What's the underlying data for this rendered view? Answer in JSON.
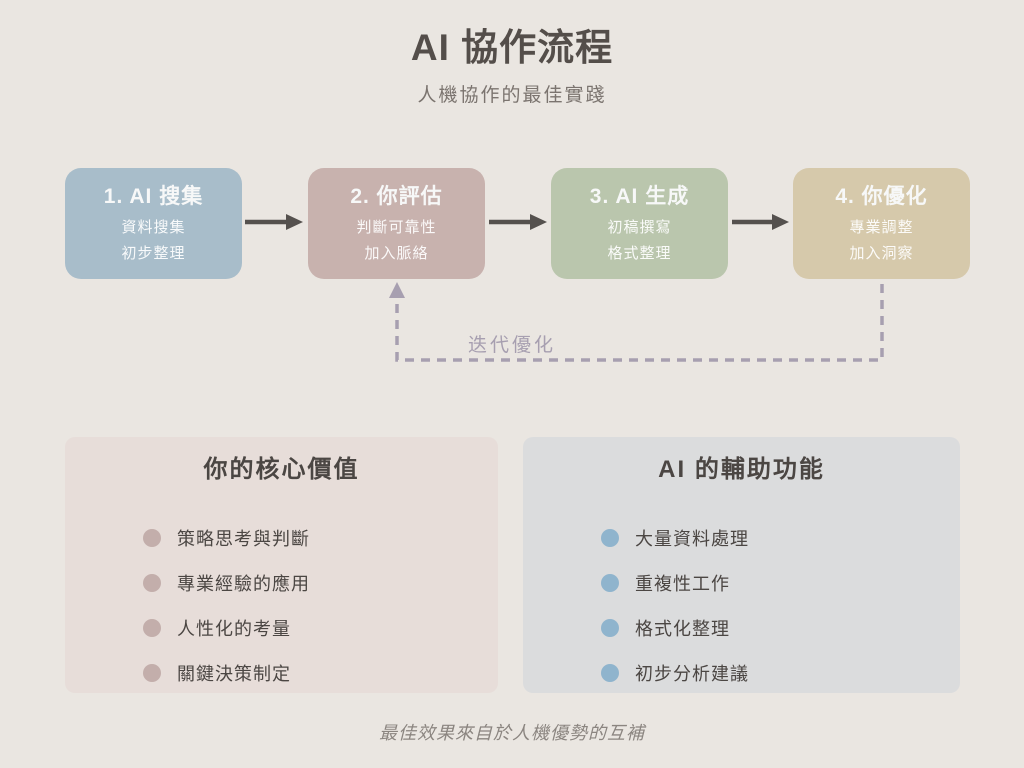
{
  "header": {
    "title": "AI 協作流程",
    "subtitle": "人機協作的最佳實踐"
  },
  "flow": {
    "steps": [
      {
        "title": "1. AI 搜集",
        "line1": "資料搜集",
        "line2": "初步整理",
        "color": "#A8BDCA"
      },
      {
        "title": "2. 你評估",
        "line1": "判斷可靠性",
        "line2": "加入脈絡",
        "color": "#C8B2AE"
      },
      {
        "title": "3. AI 生成",
        "line1": "初稿撰寫",
        "line2": "格式整理",
        "color": "#BAC6AD"
      },
      {
        "title": "4. 你優化",
        "line1": "專業調整",
        "line2": "加入洞察",
        "color": "#D6C9AB"
      }
    ],
    "arrow_color": "#55514E",
    "loop_label": "迭代優化",
    "loop_color": "#A79FB0"
  },
  "panels": [
    {
      "title": "你的核心價值",
      "bg": "#E7DDD9",
      "bullet_color": "#C3AEAB",
      "items": [
        "策略思考與判斷",
        "專業經驗的應用",
        "人性化的考量",
        "關鍵決策制定"
      ]
    },
    {
      "title": "AI 的輔助功能",
      "bg": "#DBDCDD",
      "bullet_color": "#8FB4CD",
      "items": [
        "大量資料處理",
        "重複性工作",
        "格式化整理",
        "初步分析建議"
      ]
    }
  ],
  "footer": {
    "note": "最佳效果來自於人機優勢的互補"
  },
  "colors": {
    "background": "#EAE6E1",
    "title_text": "#544E4A",
    "subtitle_text": "#7B746F",
    "body_text": "#4B4643"
  }
}
